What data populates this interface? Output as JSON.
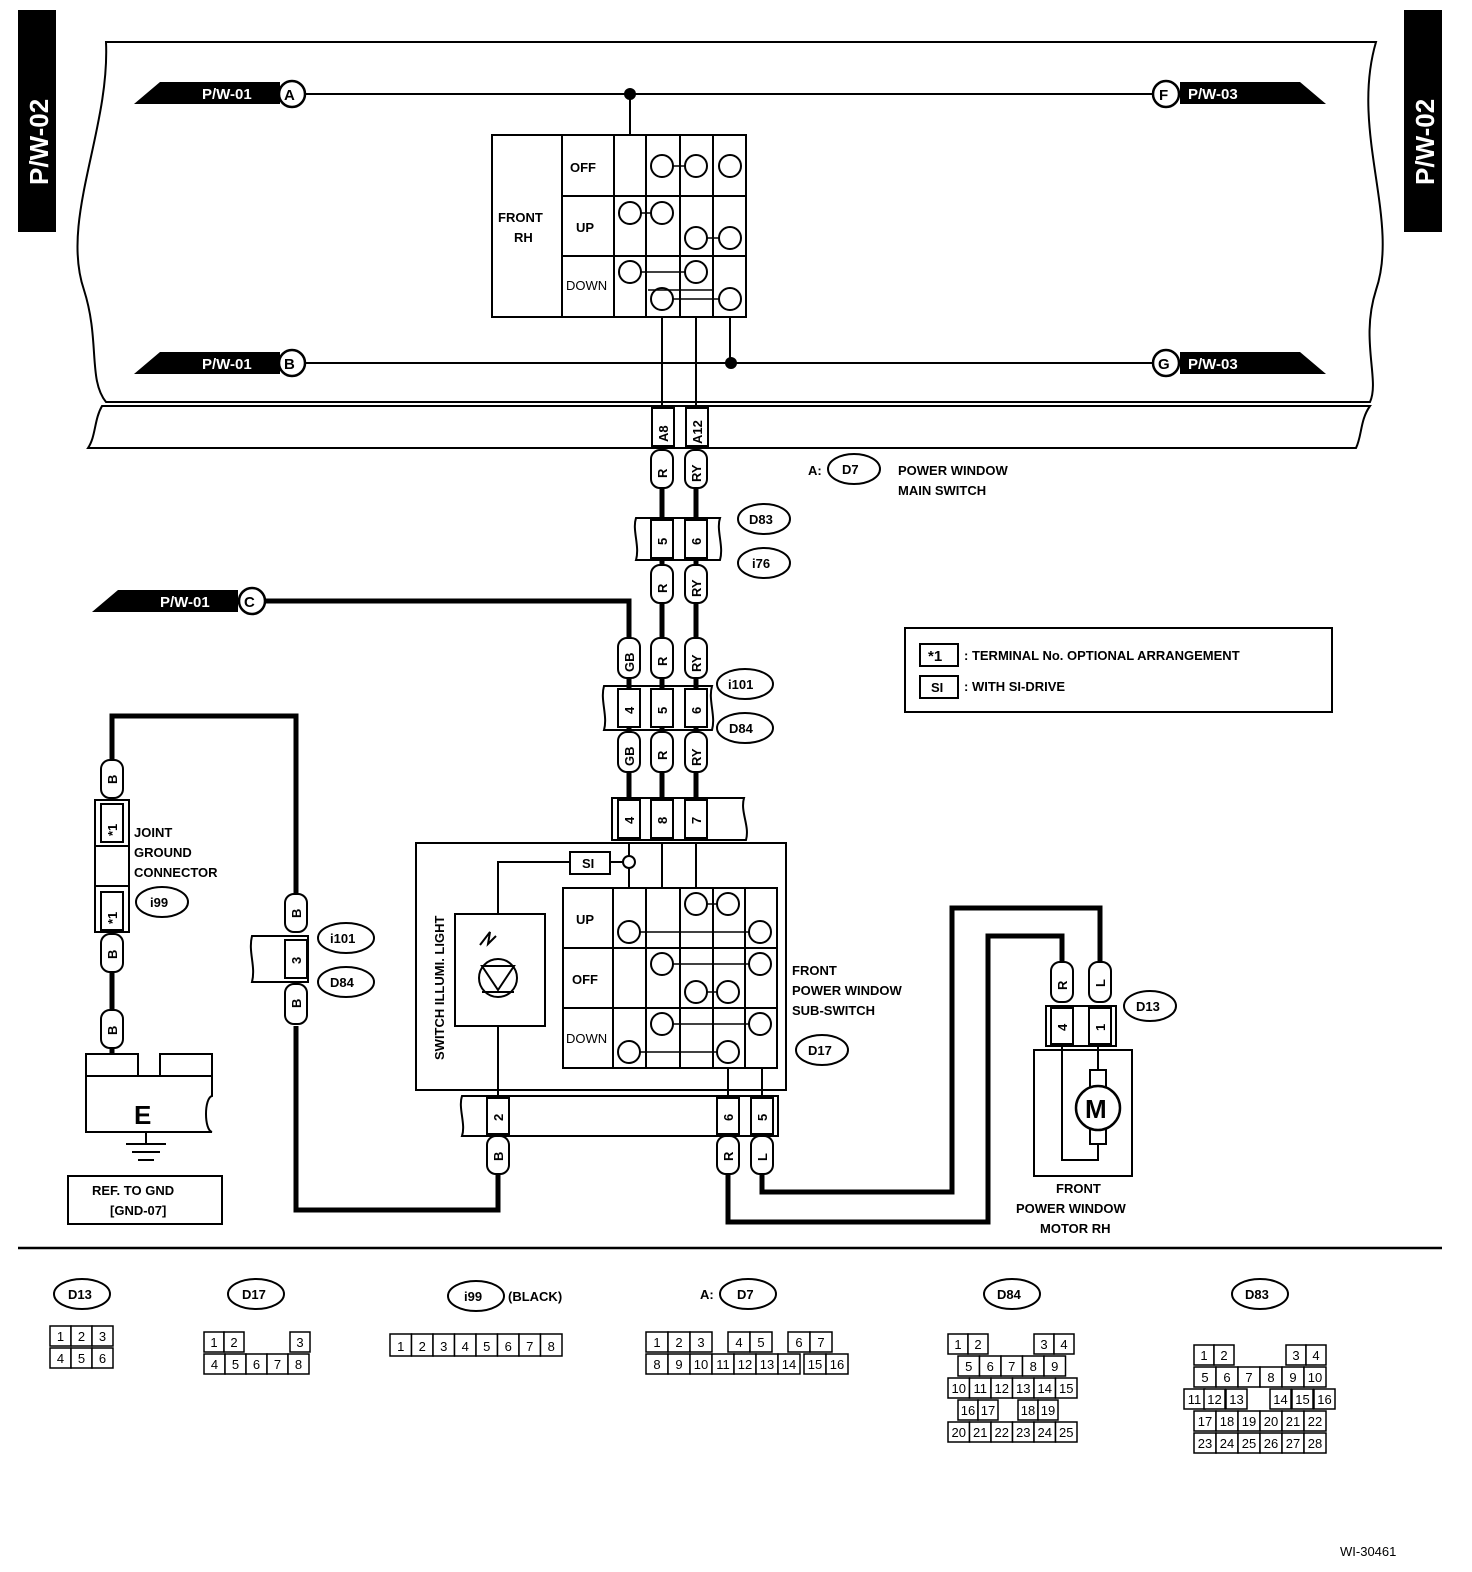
{
  "page": {
    "side_tab_left": "P/W-02",
    "side_tab_right": "P/W-02",
    "figure_id": "WI-30461"
  },
  "refs": {
    "a_left": "P/W-01",
    "a_letter": "A",
    "b_left": "P/W-01",
    "b_letter": "B",
    "c_left": "P/W-01",
    "c_letter": "C",
    "f_right": "P/W-03",
    "f_letter": "F",
    "g_right": "P/W-03",
    "g_letter": "G"
  },
  "main_switch": {
    "title_1": "FRONT",
    "title_2": "RH",
    "row_off": "OFF",
    "row_up": "UP",
    "row_down": "DOWN",
    "connector_prefix": "A:",
    "connector": "D7",
    "caption_1": "POWER WINDOW",
    "caption_2": "MAIN SWITCH",
    "pin_a8": "A8",
    "pin_a12": "A12"
  },
  "wires": {
    "r": "R",
    "ry": "RY",
    "gb": "GB",
    "b": "B",
    "l": "L"
  },
  "connectors": {
    "d83": "D83",
    "i76": "i76",
    "i101": "i101",
    "d84": "D84",
    "i99": "i99",
    "d17": "D17",
    "d13": "D13",
    "d7": "D7"
  },
  "pins": {
    "p5": "5",
    "p6": "6",
    "p4": "4",
    "p8": "8",
    "p7": "7",
    "p3": "3",
    "p2": "2",
    "p1": "1",
    "star1": "*1"
  },
  "legend": {
    "star_key": "*1",
    "star_text": ": TERMINAL No. OPTIONAL ARRANGEMENT",
    "si_key": "SI",
    "si_text": ": WITH SI-DRIVE"
  },
  "joint": {
    "line1": "JOINT",
    "line2": "GROUND",
    "line3": "CONNECTOR",
    "ground_letter": "E",
    "ref_1": "REF. TO GND",
    "ref_2": "[GND-07]"
  },
  "sub_switch": {
    "illum_label": "SWITCH ILLUMI. LIGHT",
    "si_tag": "SI",
    "row_up": "UP",
    "row_off": "OFF",
    "row_down": "DOWN",
    "caption_1": "FRONT",
    "caption_2": "POWER WINDOW",
    "caption_3": "SUB-SWITCH"
  },
  "motor": {
    "symbol": "M",
    "caption_1": "FRONT",
    "caption_2": "POWER WINDOW",
    "caption_3": "MOTOR RH"
  },
  "bottom": {
    "i99_color": "(BLACK)",
    "d7_prefix": "A:",
    "d13_pins": [
      "1",
      "2",
      "3",
      "4",
      "5",
      "6"
    ],
    "d17_pins_top": [
      "1",
      "2",
      "3"
    ],
    "d17_pins_bottom": [
      "4",
      "5",
      "6",
      "7",
      "8"
    ],
    "i99_pins": [
      "1",
      "2",
      "3",
      "4",
      "5",
      "6",
      "7",
      "8"
    ],
    "d7_pins_top": [
      "1",
      "2",
      "3",
      "4",
      "5",
      "6",
      "7"
    ],
    "d7_pins_bottom": [
      "8",
      "9",
      "10",
      "11",
      "12",
      "13",
      "14",
      "15",
      "16"
    ],
    "d84_rows": [
      [
        "1",
        "2",
        "3",
        "4"
      ],
      [
        "5",
        "6",
        "7",
        "8",
        "9"
      ],
      [
        "10",
        "11",
        "12",
        "13",
        "14",
        "15"
      ],
      [
        "16",
        "17",
        "18",
        "19"
      ],
      [
        "20",
        "21",
        "22",
        "23",
        "24",
        "25"
      ]
    ],
    "d83_rows": [
      [
        "1",
        "2",
        "3",
        "4"
      ],
      [
        "5",
        "6",
        "7",
        "8",
        "9",
        "10"
      ],
      [
        "11",
        "12",
        "13",
        "14",
        "15",
        "16"
      ],
      [
        "17",
        "18",
        "19",
        "20",
        "21",
        "22"
      ],
      [
        "23",
        "24",
        "25",
        "26",
        "27",
        "28"
      ]
    ]
  }
}
